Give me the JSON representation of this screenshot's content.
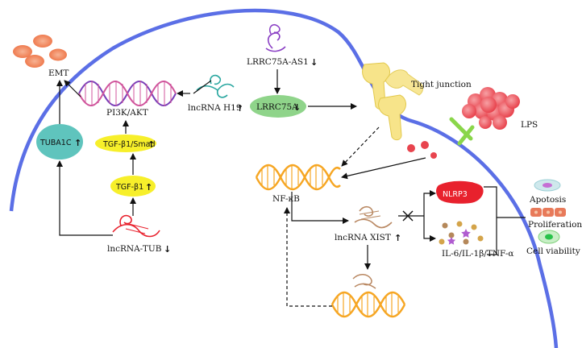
{
  "labels": {
    "emt": "EMT",
    "pi3k_akt": "PI3K/AKT",
    "lncrna_h19": "lncRNA H19",
    "lrrc75a_as1": "LRRC75A-AS1",
    "lrrc75a": "LRRC75A",
    "tight_junction": "Tight junction",
    "lps": "LPS",
    "tuba1c": "TUBA1C",
    "tgf_smad": "TGF-β1/Smad",
    "tgf_b1": "TGF-β1",
    "lncrna_tub": "lncRNA-TUB",
    "nf_kb": "NF-κB",
    "lncrna_xist": "lncRNA XIST",
    "nlrp3": "NLRP3",
    "cytokines": "IL-6/IL-1β/TNF-α",
    "apotosis": "Apotosis",
    "proliferation": "Proliferation",
    "cell_viability": "Cell viability"
  },
  "indicators": {
    "up": "↑",
    "down": "↓"
  },
  "colors": {
    "membrane": "#5b6fe6",
    "tuba1c_fill": "#5fc4bd",
    "tgf_fill": "#f7ef2a",
    "lrrc75a_fill": "#8fd48a",
    "nlrp3_fill": "#e8212d",
    "lps_fill": "#f0636b",
    "dna_orange": "#f6a623",
    "pi3k_strand": "#c2509c",
    "emt_cells": "#f28a63"
  }
}
